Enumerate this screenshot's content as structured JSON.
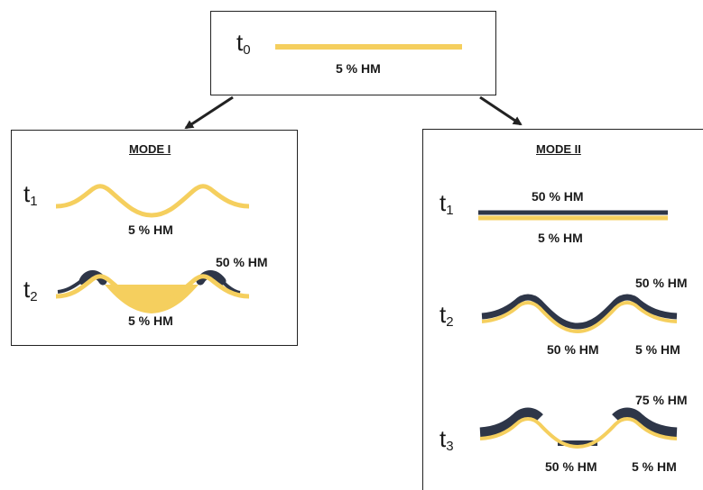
{
  "colors": {
    "yellow": "#F5CF5E",
    "dark": "#2E3648",
    "frame": "#222222"
  },
  "top": {
    "time": "t",
    "time_sub": "0",
    "label": "5 % HM"
  },
  "mode1": {
    "title": "MODE I",
    "t1": {
      "time": "t",
      "time_sub": "1",
      "label": "5 % HM"
    },
    "t2": {
      "time": "t",
      "time_sub": "2",
      "label_bottom": "5 % HM",
      "label_top": "50 % HM"
    }
  },
  "mode2": {
    "title": "MODE II",
    "t1": {
      "time": "t",
      "time_sub": "1",
      "label_top": "50 % HM",
      "label_bottom": "5 % HM"
    },
    "t2": {
      "time": "t",
      "time_sub": "2",
      "label_top": "50 % HM",
      "label_mid": "50 % HM",
      "label_right": "5 % HM"
    },
    "t3": {
      "time": "t",
      "time_sub": "3",
      "label_top": "75 % HM",
      "label_mid": "50 % HM",
      "label_right": "5 % HM"
    }
  }
}
